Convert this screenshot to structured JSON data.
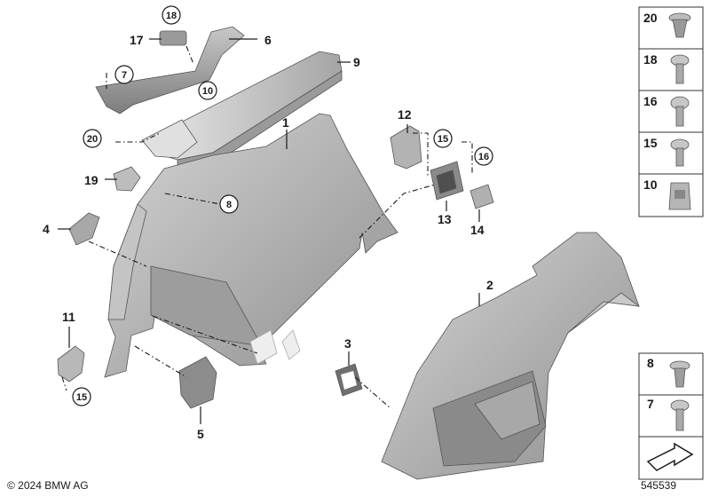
{
  "callouts": {
    "c1": "1",
    "c2": "2",
    "c3": "3",
    "c4": "4",
    "c5": "5",
    "c6": "6",
    "c7a": "7",
    "c8a": "8",
    "c9": "9",
    "c10a": "10",
    "c11": "11",
    "c12": "12",
    "c13": "13",
    "c14": "14",
    "c15a": "15",
    "c15b": "15",
    "c16": "16",
    "c17": "17",
    "c18": "18",
    "c19": "19",
    "c20": "20"
  },
  "side_panel_top": {
    "items": [
      "20",
      "18",
      "16",
      "15",
      "10"
    ]
  },
  "side_panel_bottom": {
    "items": [
      "8",
      "7"
    ]
  },
  "footer": {
    "copyright": "© 2024 BMW AG",
    "diagram_id": "545539"
  },
  "colors": {
    "part_fill": "#b8b8b8",
    "part_dark": "#8e8e8e",
    "line": "#1a1a1a"
  }
}
